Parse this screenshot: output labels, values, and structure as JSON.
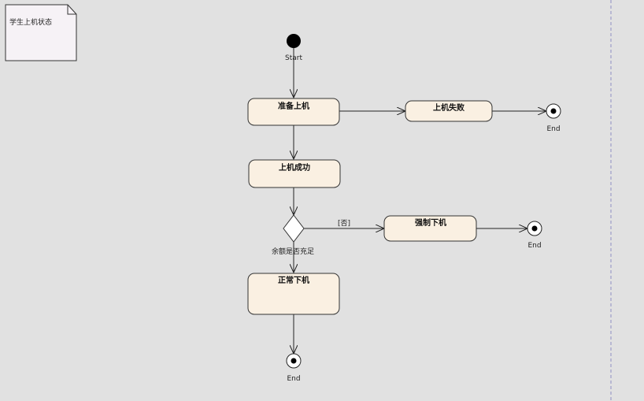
{
  "note": {
    "text": "学生上机状态"
  },
  "start": {
    "label": "Start"
  },
  "states": {
    "prepare": "准备上机",
    "fail": "上机失败",
    "success": "上机成功",
    "force": "强制下机",
    "normal": "正常下机"
  },
  "decision": {
    "label": "余额是否充足",
    "guard_no": "[否]"
  },
  "ends": {
    "end1": "End",
    "end2": "End",
    "end3": "End"
  },
  "colors": {
    "background": "#e1e1e1",
    "state_fill": "#faf0e2",
    "note_fill": "#f6f2f6",
    "stroke": "#333333"
  }
}
